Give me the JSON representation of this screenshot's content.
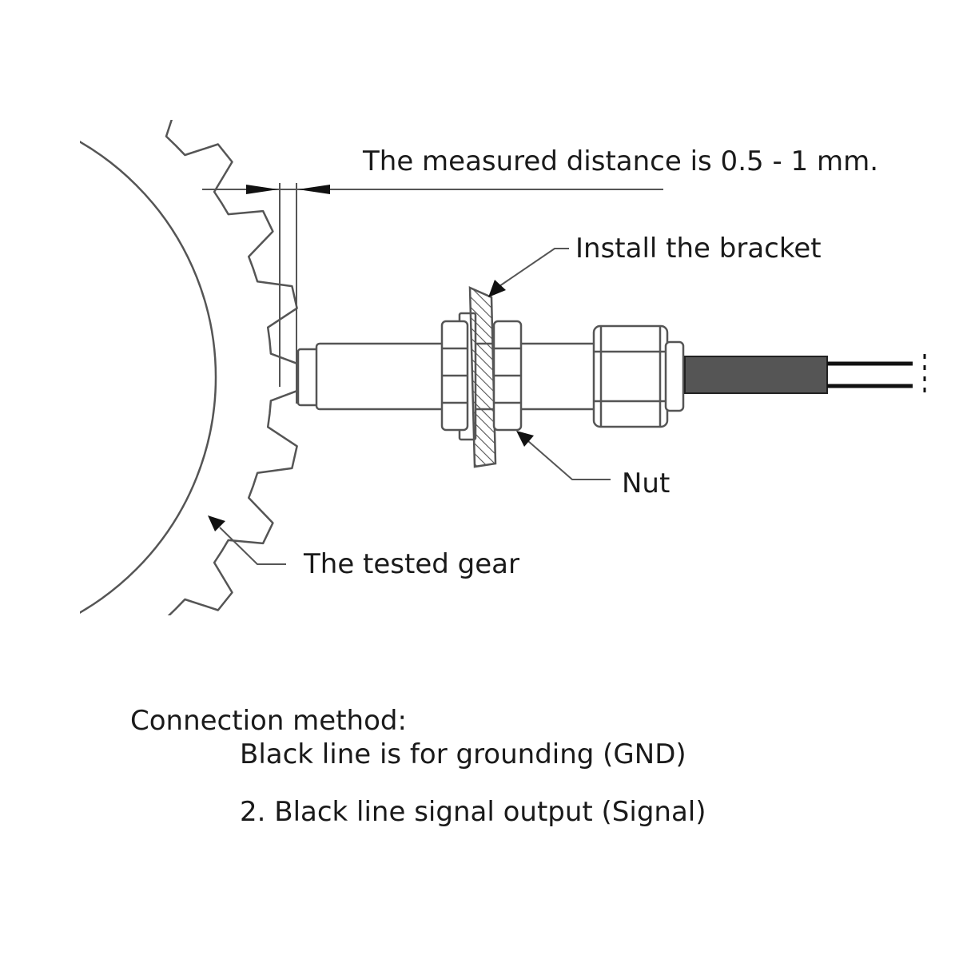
{
  "labels": {
    "distance": "The measured distance is 0.5 - 1 mm.",
    "bracket": "Install the bracket",
    "nut": "Nut",
    "gear": "The tested gear"
  },
  "connection": {
    "heading": "Connection method:",
    "line1": "Black line is for grounding (GND)",
    "line2": "2. Black line signal output (Signal)"
  },
  "colors": {
    "stroke": "#555555",
    "text": "#1a1a1a",
    "cable_jacket": "#555555",
    "wire": "#111111"
  }
}
